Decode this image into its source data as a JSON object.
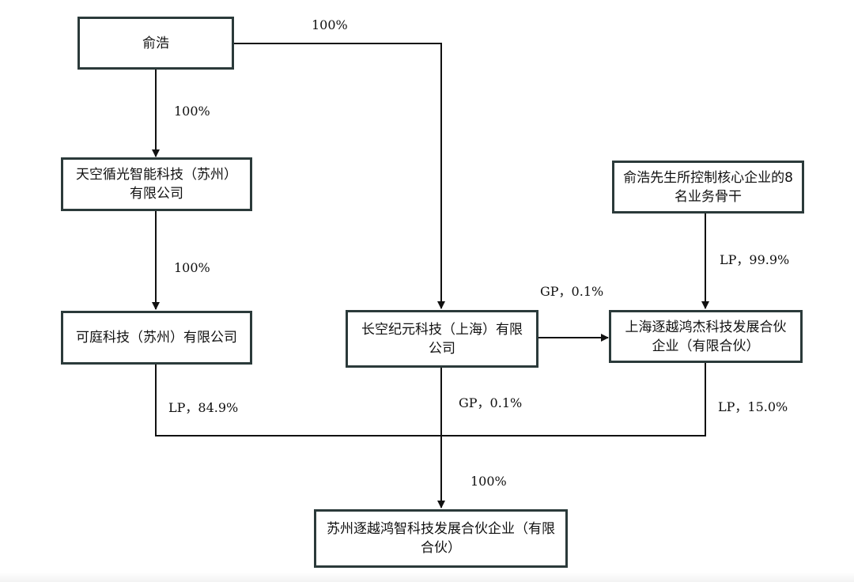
{
  "nodes": {
    "yu_hao": "俞浩",
    "tiankong": "天空循光智能科技（苏州）有限公司",
    "keting": "可庭科技（苏州）有限公司",
    "changkong": "长空纪元科技（上海）有限公司",
    "backbone": "俞浩先生所控制核心企业的8名业务骨干",
    "shanghai_zhuyue": "上海逐越鸿杰科技发展合伙企业（有限合伙）",
    "suzhou_zhuyue": "苏州逐越鸿智科技发展合伙企业（有限合伙）"
  },
  "edges": {
    "yu_to_changkong": "100%",
    "yu_to_tiankong": "100%",
    "tiankong_to_keting": "100%",
    "backbone_to_shanghai": "LP，99.9%",
    "changkong_to_shanghai": "GP，0.1%",
    "keting_to_suzhou": "LP，84.9%",
    "changkong_to_suzhou": "GP，0.1%",
    "shanghai_to_suzhou": "LP，15.0%",
    "total_to_suzhou": "100%"
  },
  "colors": {
    "box_border": "#2b3a3a",
    "line": "#111111"
  }
}
